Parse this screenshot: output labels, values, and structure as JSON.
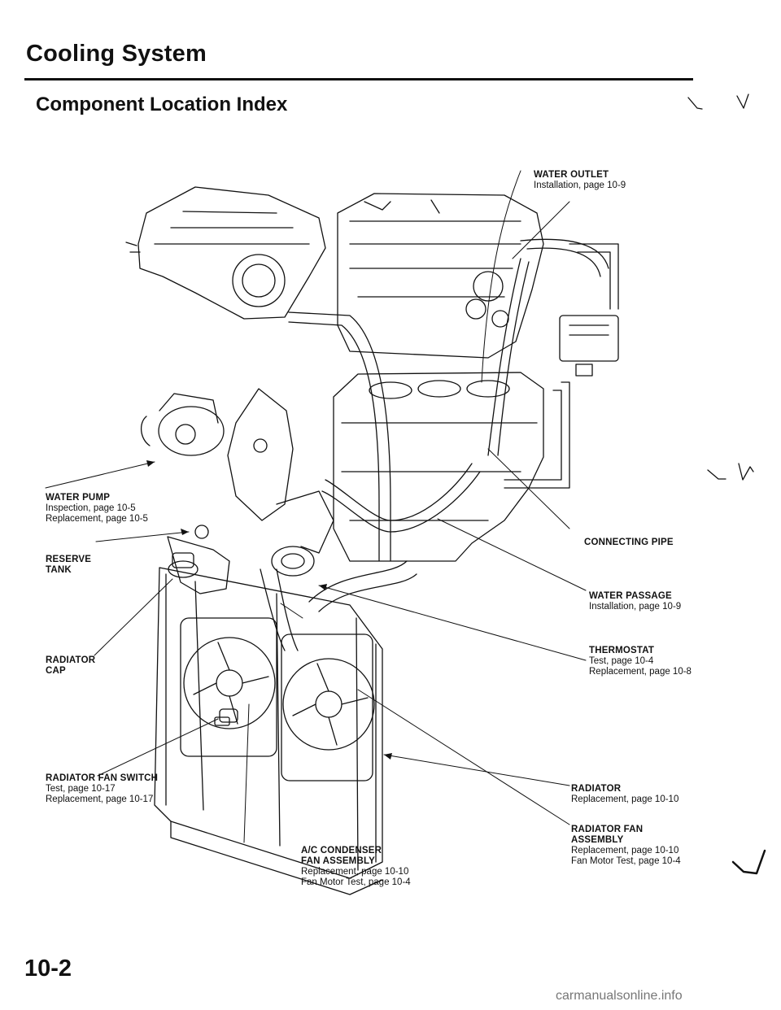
{
  "header": {
    "title": "Cooling System",
    "section": "Component Location Index"
  },
  "callouts": {
    "water_outlet": {
      "name": "WATER OUTLET",
      "lines": [
        "Installation, page 10-9"
      ]
    },
    "water_pump": {
      "name": "WATER PUMP",
      "lines": [
        "Inspection, page 10-5",
        "Replacement, page 10-5"
      ]
    },
    "connecting_pipe": {
      "name": "CONNECTING PIPE"
    },
    "reserve_tank": {
      "name1": "RESERVE",
      "name2": "TANK"
    },
    "water_passage": {
      "name": "WATER PASSAGE",
      "lines": [
        "Installation, page 10-9"
      ]
    },
    "thermostat": {
      "name": "THERMOSTAT",
      "lines": [
        "Test, page 10-4",
        "Replacement, page 10-8"
      ]
    },
    "radiator_cap": {
      "name1": "RADIATOR",
      "name2": "CAP"
    },
    "radiator_fan_switch": {
      "name": "RADIATOR FAN SWITCH",
      "lines": [
        "Test, page 10-17",
        "Replacement, page 10-17"
      ]
    },
    "radiator": {
      "name": "RADIATOR",
      "lines": [
        "Replacement, page 10-10"
      ]
    },
    "radiator_fan_assembly": {
      "name1": "RADIATOR FAN",
      "name2": "ASSEMBLY",
      "lines": [
        "Replacement, page 10-10",
        "Fan Motor Test, page 10-4"
      ]
    },
    "ac_condenser_fan_assembly": {
      "name1": "A/C CONDENSER",
      "name2": "FAN ASSEMBLY",
      "lines": [
        "Replacement, page 10-10",
        "Fan Motor Test, page 10-4"
      ]
    }
  },
  "footer": {
    "page_number": "10-2",
    "watermark": "carmanualsonline.info"
  }
}
